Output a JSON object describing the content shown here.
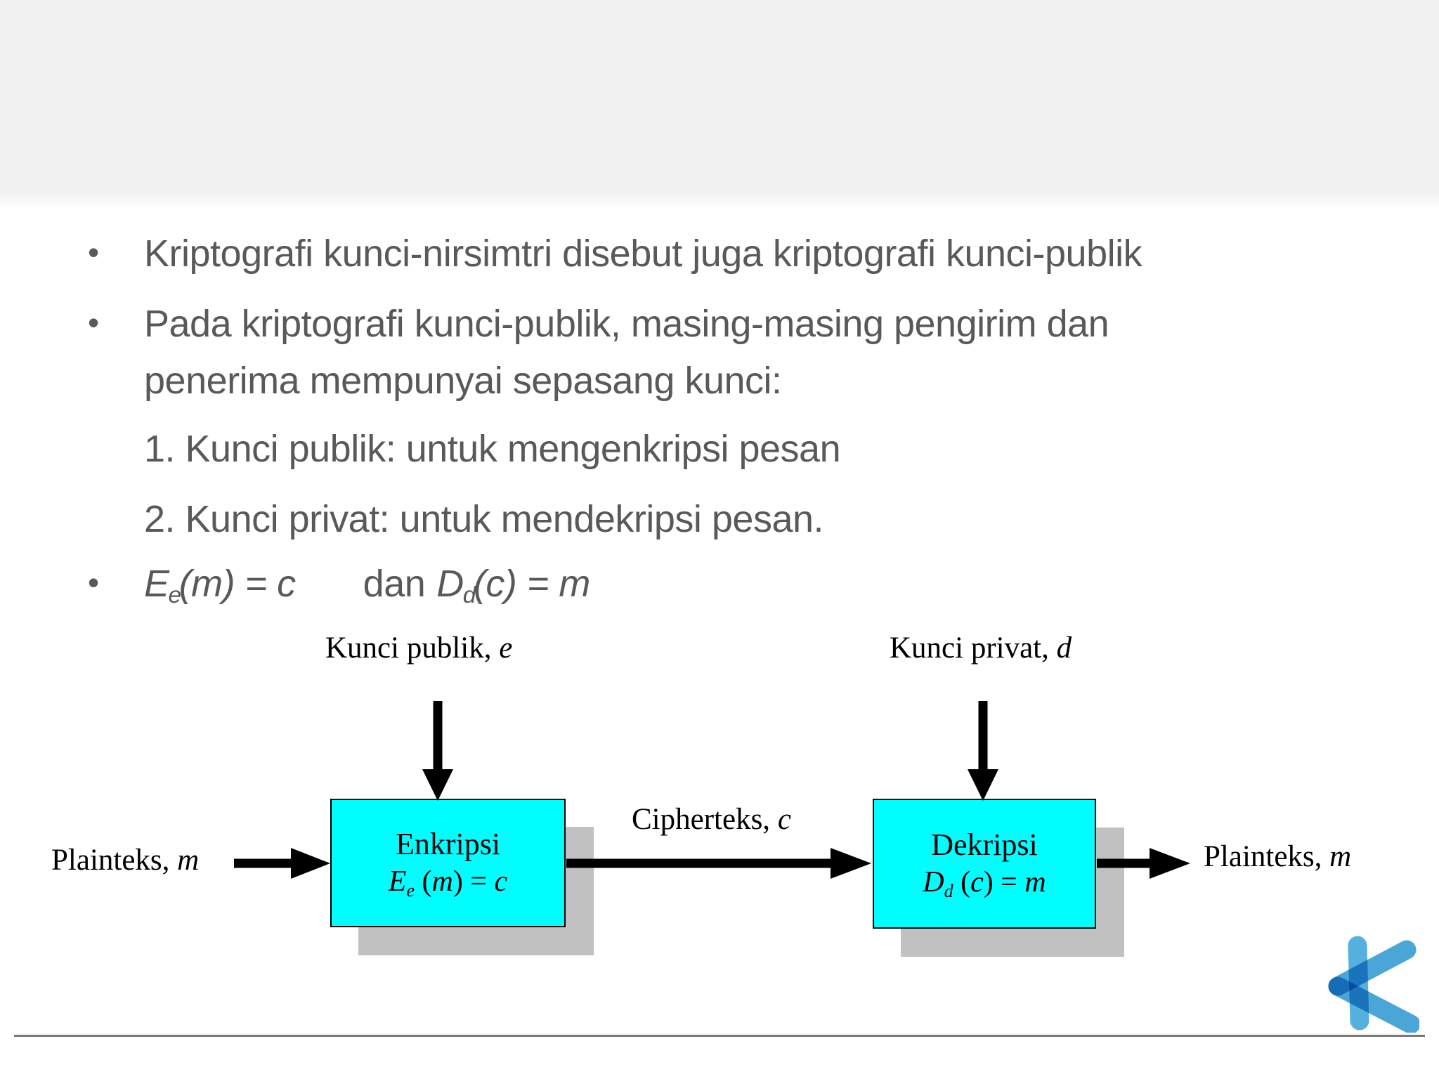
{
  "meta": {
    "kind": "presentation-slide",
    "topic": "Kriptografi kunci-publik"
  },
  "colors": {
    "slide_bg": "#ffffff",
    "top_band": "#f1f1f2",
    "body_text": "#595959",
    "diagram_text": "#000000",
    "box_fill": "#00feff",
    "box_border": "#000000",
    "box_shadow": "#c1c1c1",
    "footer_rule": "#7a7a7a",
    "arrow": "#000000",
    "logo_blue": "#4ba6d8"
  },
  "content": {
    "bullet_char": "•",
    "bullet1": "Kriptografi kunci-nirsimtri disebut juga kriptografi kunci-publik",
    "bullet2_line1": "Pada kriptografi kunci-publik, masing-masing pengirim dan",
    "bullet2_line2": "penerima mempunyai sepasang kunci:",
    "item1": "1. Kunci publik: untuk mengenkripsi pesan",
    "item2": "2. Kunci privat: untuk mendekripsi pesan.",
    "formula": {
      "sym1": "E",
      "sub1": "e",
      "rest1": "(m) = c",
      "conj": "dan",
      "sym2": "D",
      "sub2": "d",
      "rest2": "(c) = m"
    }
  },
  "diagram": {
    "key_public": {
      "label": "Kunci publik, ",
      "var": "e"
    },
    "key_private": {
      "label": "Kunci privat, ",
      "var": "d"
    },
    "plain_left": {
      "label": "Plainteks, ",
      "var": "m"
    },
    "cipher": {
      "label": "Cipherteks, ",
      "var": "c"
    },
    "plain_right": {
      "label": "Plainteks, ",
      "var": "m"
    },
    "enc_box": {
      "title": "Enkripsi",
      "f_sym": "E",
      "f_sub": "e",
      "f_mid": " (",
      "f_var": "m",
      "f_end": ") = ",
      "f_res": "c"
    },
    "dec_box": {
      "title": "Dekripsi",
      "f_sym": "D",
      "f_sub": "d",
      "f_mid": " (",
      "f_var": "c",
      "f_end": ") = ",
      "f_res": "m"
    }
  }
}
